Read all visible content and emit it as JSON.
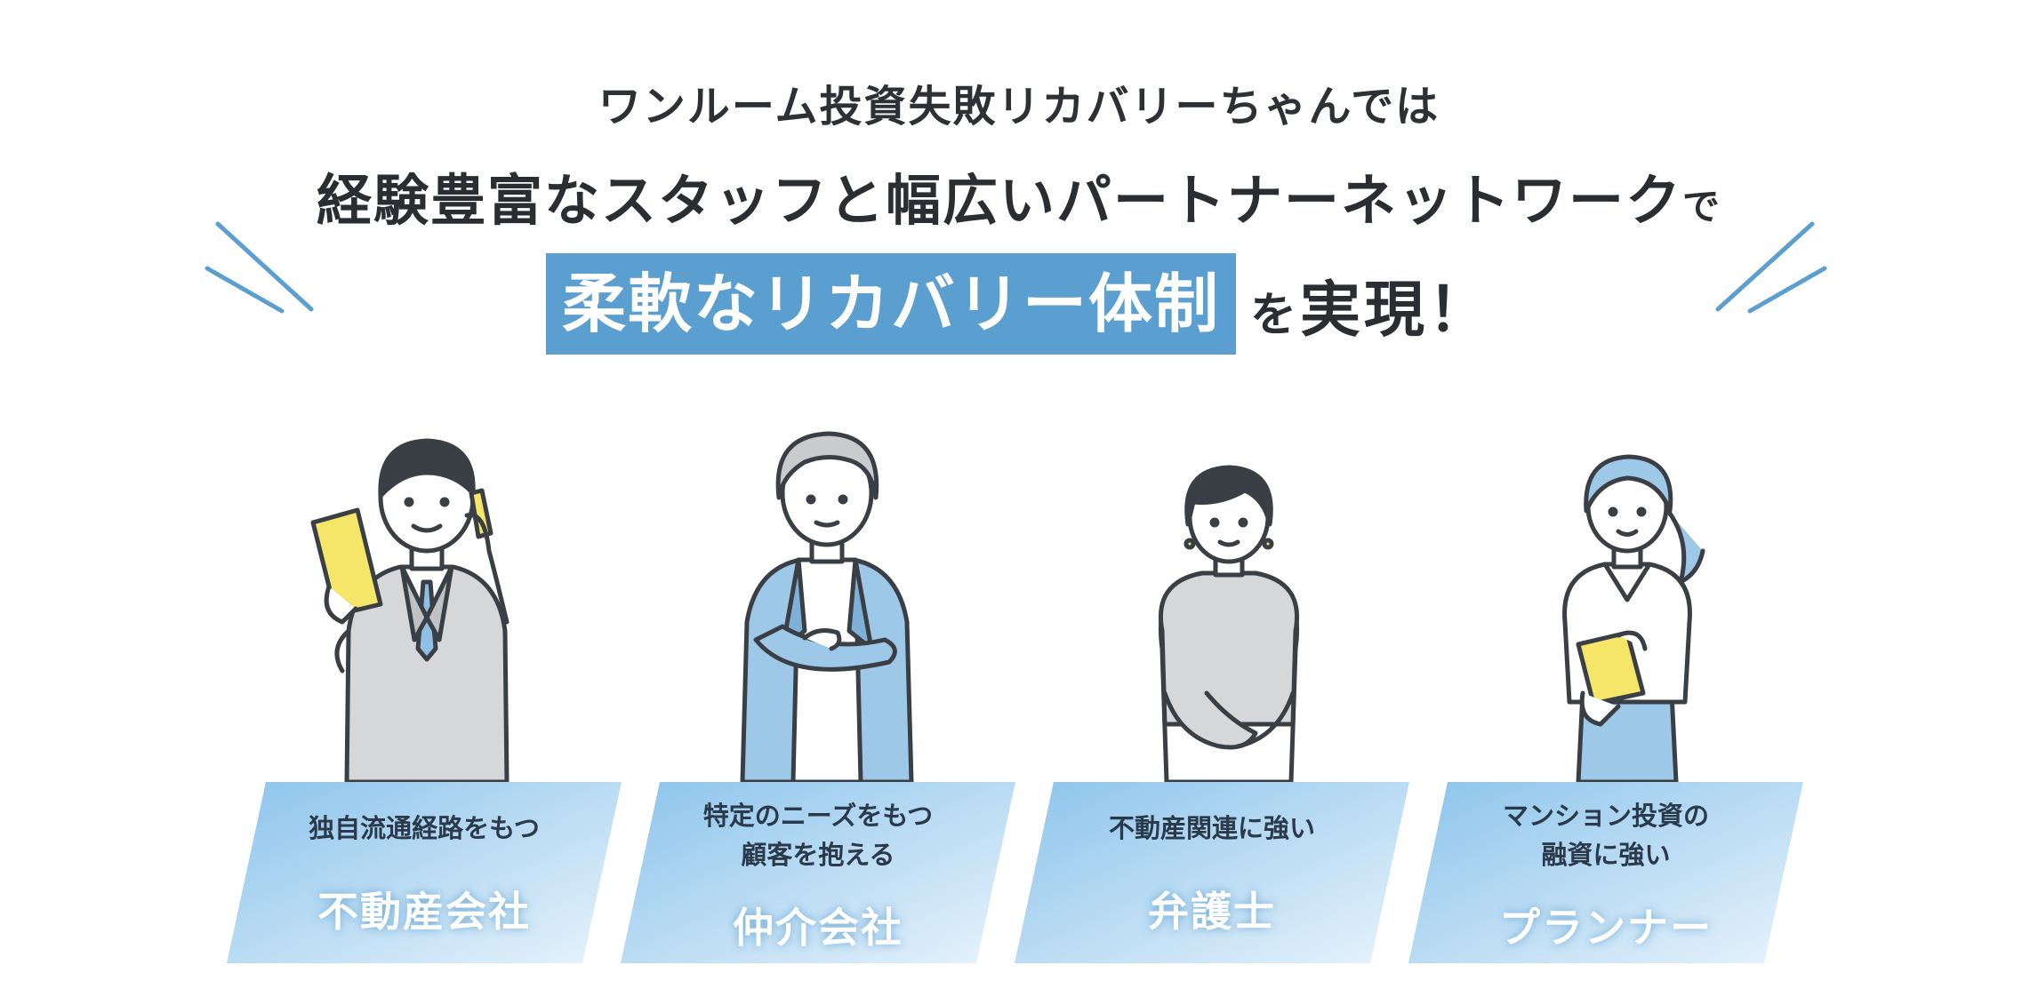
{
  "header": {
    "line1": "ワンルーム投資失敗リカバリーちゃんでは",
    "line2_main": "経験豊富なスタッフと幅広いパートナーネットワーク",
    "line2_suffix": "で",
    "line3_highlight": "柔軟なリカバリー体制",
    "line3_particle": "を",
    "line3_rest": "実現！"
  },
  "colors": {
    "accent_blue": "#5b9fd0",
    "card_gradient_start": "#8cc4ec",
    "card_gradient_end": "#e8f3fb",
    "accent_yellow": "#f5e66a",
    "outline": "#3a3f45"
  },
  "partners": [
    {
      "icon": "businessman-phone-tablet-icon",
      "sub_line1": "独自流通経路をもつ",
      "sub_line2": "",
      "title": "不動産会社"
    },
    {
      "icon": "man-crossed-arms-icon",
      "sub_line1": "特定のニーズをもつ",
      "sub_line2": "顧客を抱える",
      "title": "仲介会社"
    },
    {
      "icon": "woman-short-hair-icon",
      "sub_line1": "不動産関連に強い",
      "sub_line2": "",
      "title": "弁護士"
    },
    {
      "icon": "woman-holding-notebook-icon",
      "sub_line1": "マンション投資の",
      "sub_line2": "融資に強い",
      "title": "プランナー"
    }
  ]
}
